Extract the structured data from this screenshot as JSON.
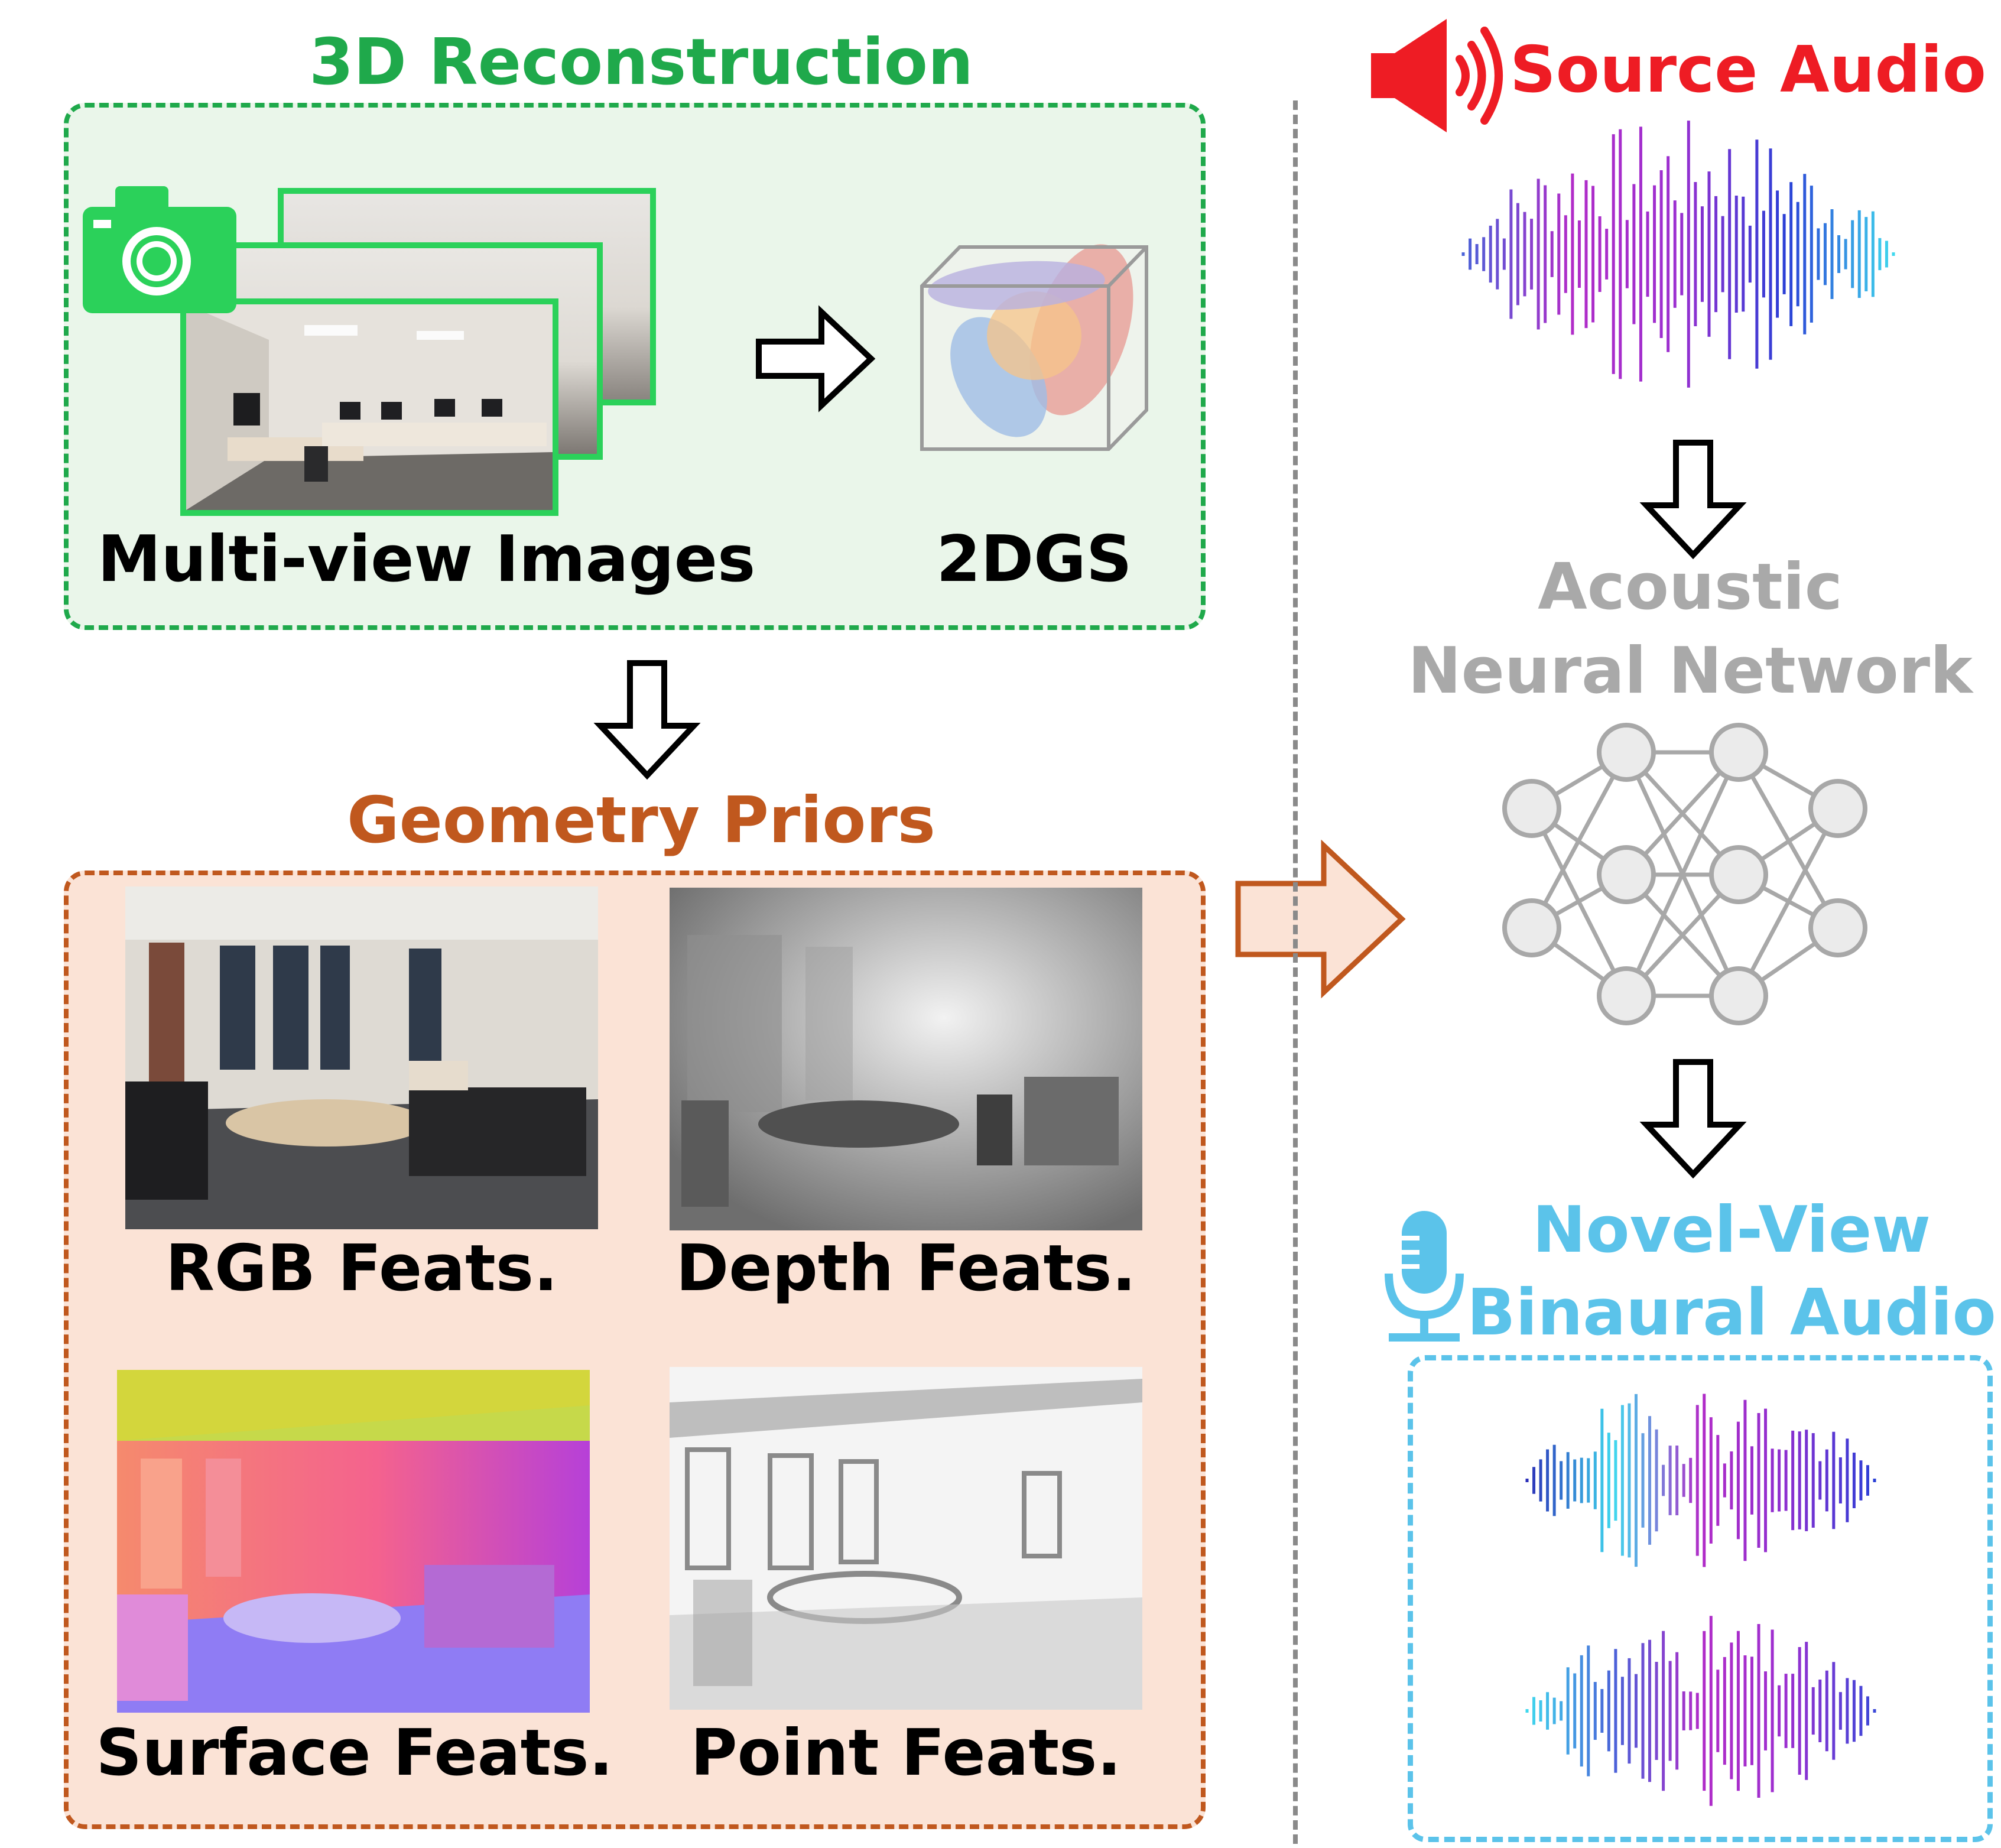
{
  "reconstruction": {
    "title": "3D Reconstruction",
    "images_label": "Multi-view Images",
    "gs_label": "2DGS"
  },
  "priors": {
    "title": "Geometry Priors",
    "rgb_label": "RGB Feats.",
    "depth_label": "Depth Feats.",
    "surface_label": "Surface Feats.",
    "point_label": "Point Feats."
  },
  "audio": {
    "source_label": "Source Audio",
    "network_line1": "Acoustic",
    "network_line2": "Neural Network",
    "novel_line1": "Novel-View",
    "novel_line2": "Binaural Audio"
  },
  "colors": {
    "green": "#1fa94b",
    "green_bright": "#2bd15a",
    "green_fill": "#eaf6ea",
    "orange": "#c0581e",
    "orange_fill": "#fbe3d6",
    "red": "#ee1c24",
    "gray_text": "#a9a9a9",
    "cyan": "#5bc3ea",
    "divider": "#8a8a8a"
  },
  "icons": [
    "camera-icon",
    "speaker-icon",
    "microphone-icon",
    "cube-icon",
    "neural-network-icon"
  ]
}
